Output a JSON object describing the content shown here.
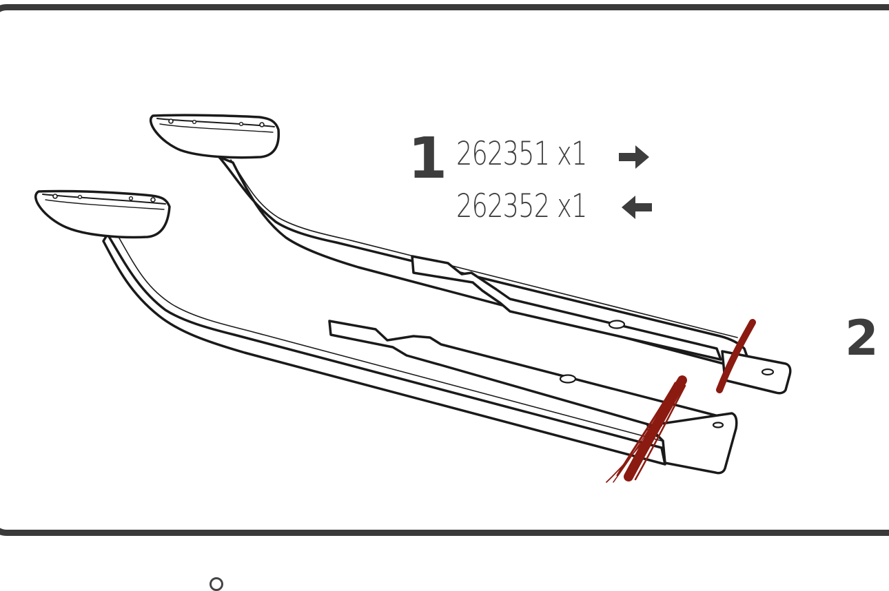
{
  "steps": {
    "step1_number": "1",
    "step2_number": "2"
  },
  "parts": [
    {
      "code": "262351",
      "qty": "x1",
      "direction": "right"
    },
    {
      "code": "262352",
      "qty": "x1",
      "direction": "left"
    }
  ],
  "icons": {
    "right": "arrow-right-icon",
    "left": "arrow-left-icon"
  },
  "colors": {
    "frame": "#3a3a3a",
    "text": "#3d3d3d",
    "cut_mark": "#8b1a10"
  }
}
